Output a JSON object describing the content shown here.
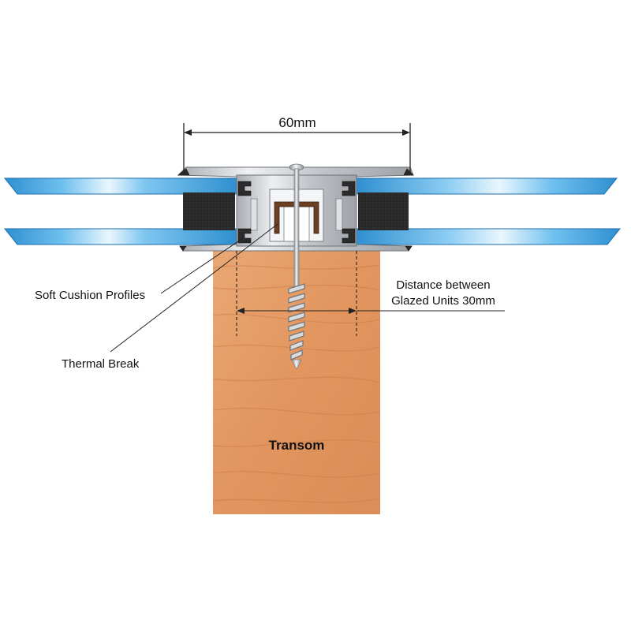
{
  "labels": {
    "width_dimension": "60mm",
    "soft_cushion": "Soft Cushion Profiles",
    "distance_line1": "Distance between",
    "distance_line2": "Glazed Units 30mm",
    "thermal_break": "Thermal Break",
    "transom": "Transom"
  },
  "colors": {
    "glass": "#4aa6dc",
    "glass_light": "#e9f5fd",
    "wood": "#e59a63",
    "wood_dark": "#c97a45",
    "gasket": "#2a2a2a",
    "aluminium": "#c9ccd0",
    "aluminium_dark": "#8a8e93",
    "thermal_break": "#6b3f24",
    "screw": "#b9bcc0"
  }
}
